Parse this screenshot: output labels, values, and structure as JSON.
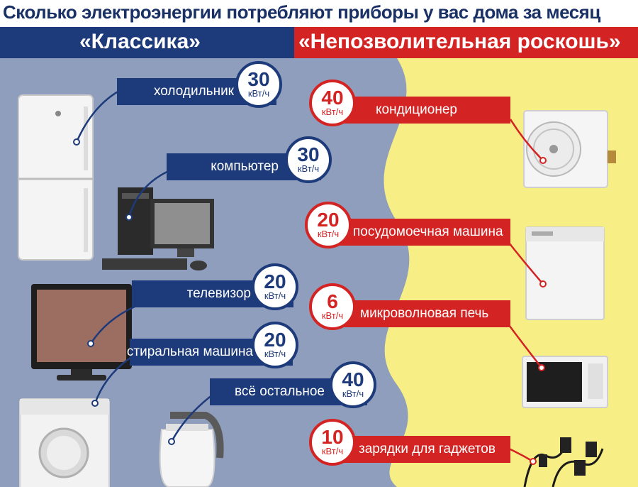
{
  "title": "Сколько электроэнергии потребляют приборы у вас дома за месяц",
  "headers": {
    "left": "«Классика»",
    "right": "«Непозволительная роскошь»"
  },
  "unit": "кВт/ч",
  "left_items": [
    {
      "label": "холодильник",
      "value": "30",
      "icon": "refrigerator-icon"
    },
    {
      "label": "компьютер",
      "value": "30",
      "icon": "computer-icon"
    },
    {
      "label": "телевизор",
      "value": "20",
      "icon": "tv-icon"
    },
    {
      "label": "стиральная машина",
      "value": "20",
      "icon": "washing-machine-icon"
    },
    {
      "label": "всё остальное",
      "value": "40",
      "icon": "kettle-icon"
    }
  ],
  "right_items": [
    {
      "label": "кондиционер",
      "value": "40",
      "icon": "air-conditioner-icon"
    },
    {
      "label": "посудомоечная машина",
      "value": "20",
      "icon": "dishwasher-icon"
    },
    {
      "label": "микроволновая печь",
      "value": "6",
      "icon": "microwave-icon"
    },
    {
      "label": "зарядки для гаджетов",
      "value": "10",
      "icon": "chargers-icon"
    }
  ],
  "colors": {
    "blue": "#1d3a7a",
    "red": "#d42323",
    "background_left": "#8e9ebc",
    "background_right": "#f7ee86"
  }
}
